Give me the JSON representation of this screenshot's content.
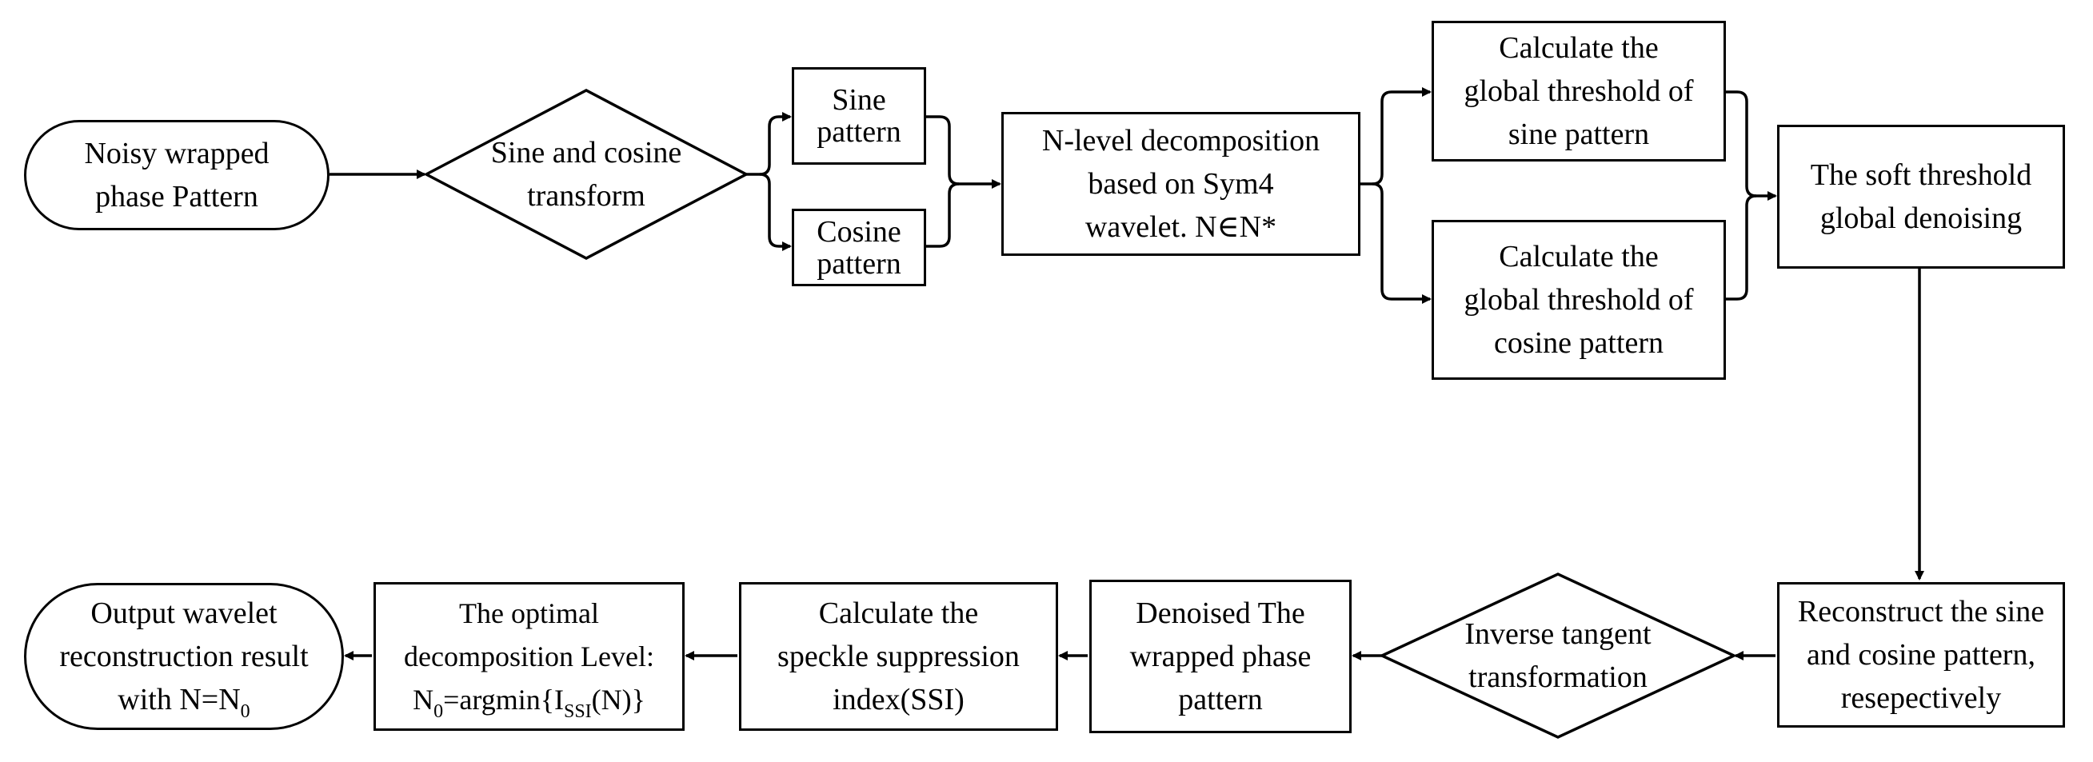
{
  "nodes": {
    "start": "Noisy wrapped\nphase Pattern",
    "sine_cosine_transform": "Sine and cosine\ntransform",
    "sine_pattern": "Sine\npattern",
    "cosine_pattern": "Cosine\npattern",
    "decomposition": "N-level decomposition\nbased on Sym4\nwavelet. N∈N*",
    "threshold_sine": "Calculate the\nglobal threshold of\nsine pattern",
    "threshold_cosine": "Calculate the\nglobal threshold of\ncosine pattern",
    "soft_threshold": "The soft threshold\nglobal denoising",
    "reconstruct": "Reconstruct the sine\nand cosine pattern,\nresepectively",
    "inverse_tangent": "Inverse tangent\ntransformation",
    "denoised": "Denoised The\nwrapped phase\npattern",
    "ssi": "Calculate  the\nspeckle suppression\nindex(SSI)",
    "optimal_line1": "The optimal",
    "optimal_line2": "decomposition Level:",
    "optimal_n": "N",
    "optimal_n_sub": "0",
    "optimal_eq": "=argmin{I",
    "optimal_i_sub": "SSI",
    "optimal_tail": "(N)}",
    "output_line1": "Output wavelet",
    "output_line2": "reconstruction result",
    "output_with": "with N=N",
    "output_sub": "0"
  }
}
